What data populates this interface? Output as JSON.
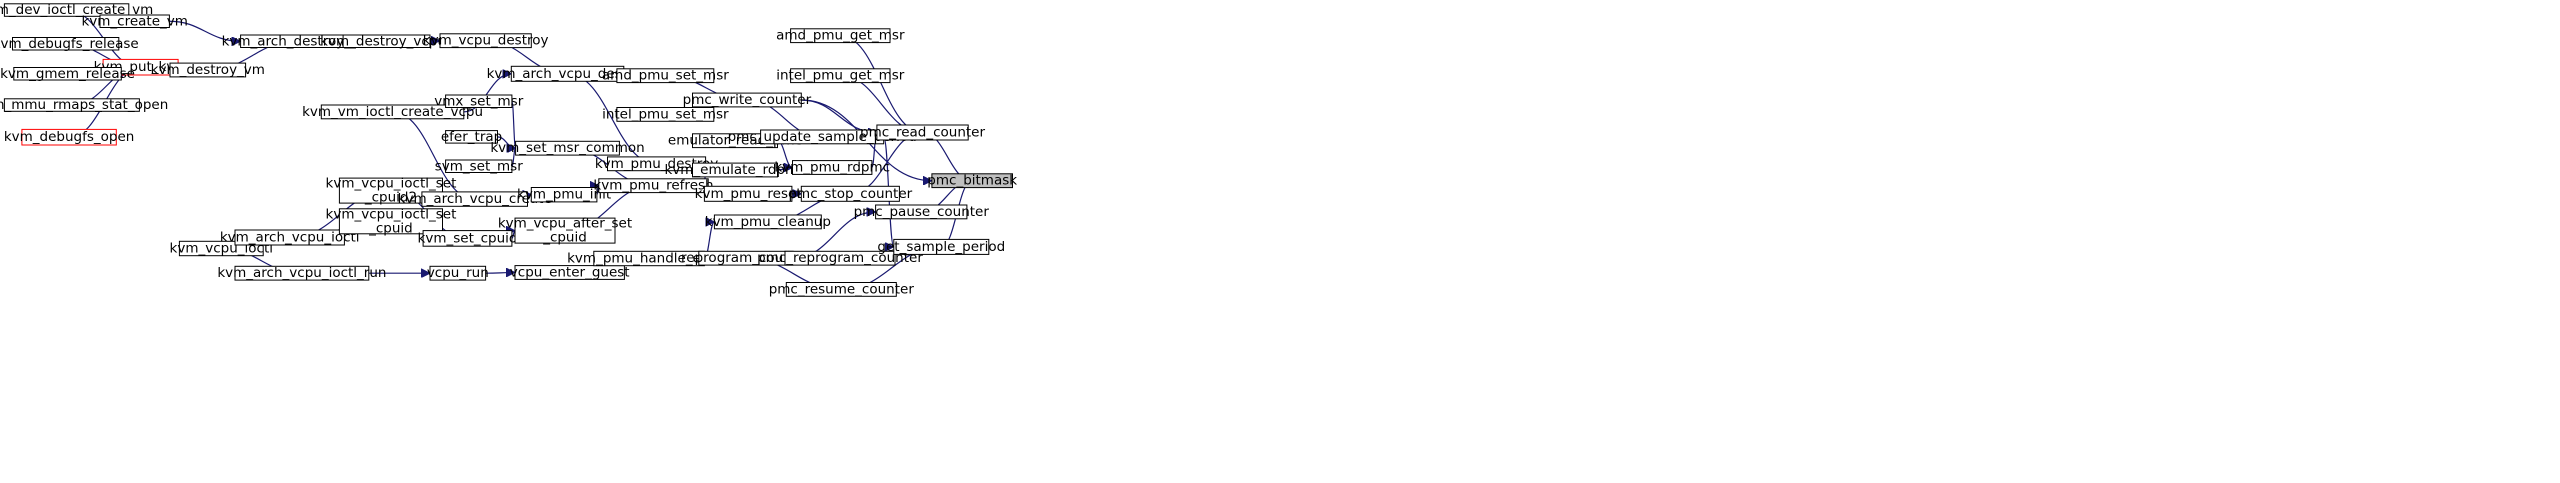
{
  "graph": {
    "colors": {
      "edge": "#191970",
      "node_border": "#000000",
      "highlight_border": "#ff0000",
      "focus_fill": "#bfbfbf"
    },
    "nodes": [
      {
        "id": "n1",
        "label": "kvm_dev_ioctl_create_vm"
      },
      {
        "id": "n2",
        "label": "kvm_create_vm"
      },
      {
        "id": "n3",
        "label": "kvm_debugfs_release"
      },
      {
        "id": "n4",
        "label": "kvm_put_kvm",
        "style": "red"
      },
      {
        "id": "n5",
        "label": "kvm_gmem_release"
      },
      {
        "id": "n6",
        "label": "kvm_mmu_rmaps_stat_open"
      },
      {
        "id": "n7",
        "label": "kvm_debugfs_open",
        "style": "red"
      },
      {
        "id": "n8",
        "label": "kvm_destroy_vm"
      },
      {
        "id": "n9",
        "label": "kvm_arch_destroy_vm"
      },
      {
        "id": "n10",
        "label": "kvm_destroy_vcpus"
      },
      {
        "id": "n11",
        "label": "kvm_vcpu_destroy"
      },
      {
        "id": "n12",
        "label": "kvm_arch_vcpu_destroy"
      },
      {
        "id": "n13",
        "label": "kvm_vm_ioctl_create_vcpu"
      },
      {
        "id": "n14",
        "label": "vmx_set_msr"
      },
      {
        "id": "n15",
        "label": "efer_trap"
      },
      {
        "id": "n16",
        "label": "svm_set_msr"
      },
      {
        "id": "n17",
        "label": "kvm_set_msr_common"
      },
      {
        "id": "n18",
        "label": "kvm_vcpu_ioctl_set\n_cpuid2"
      },
      {
        "id": "n19",
        "label": "kvm_arch_vcpu_create"
      },
      {
        "id": "n20",
        "label": "kvm_pmu_init"
      },
      {
        "id": "n21",
        "label": "kvm_vcpu_ioctl"
      },
      {
        "id": "n22",
        "label": "kvm_arch_vcpu_ioctl"
      },
      {
        "id": "n23",
        "label": "kvm_vcpu_ioctl_set\n_cpuid"
      },
      {
        "id": "n24",
        "label": "kvm_set_cpuid"
      },
      {
        "id": "n25",
        "label": "kvm_vcpu_after_set\n_cpuid"
      },
      {
        "id": "n26",
        "label": "kvm_arch_vcpu_ioctl_run"
      },
      {
        "id": "n27",
        "label": "vcpu_run"
      },
      {
        "id": "n28",
        "label": "vcpu_enter_guest"
      },
      {
        "id": "n29",
        "label": "amd_pmu_set_msr"
      },
      {
        "id": "n30",
        "label": "intel_pmu_set_msr"
      },
      {
        "id": "n31",
        "label": "kvm_pmu_destroy"
      },
      {
        "id": "n32",
        "label": "kvm_pmu_refresh"
      },
      {
        "id": "n33",
        "label": "kvm_pmu_handle_event"
      },
      {
        "id": "n34",
        "label": "pmc_write_counter"
      },
      {
        "id": "n35",
        "label": "emulator_read_pmc"
      },
      {
        "id": "n36",
        "label": "kvm_emulate_rdpmc"
      },
      {
        "id": "n37",
        "label": "kvm_pmu_reset"
      },
      {
        "id": "n38",
        "label": "kvm_pmu_cleanup"
      },
      {
        "id": "n39",
        "label": "reprogram_counter"
      },
      {
        "id": "n40",
        "label": "pmc_update_sample_period"
      },
      {
        "id": "n41",
        "label": "kvm_pmu_rdpmc"
      },
      {
        "id": "n42",
        "label": "pmc_stop_counter"
      },
      {
        "id": "n43",
        "label": "pmc_reprogram_counter"
      },
      {
        "id": "n44",
        "label": "pmc_resume_counter"
      },
      {
        "id": "n45",
        "label": "amd_pmu_get_msr"
      },
      {
        "id": "n46",
        "label": "intel_pmu_get_msr"
      },
      {
        "id": "n47",
        "label": "pmc_read_counter"
      },
      {
        "id": "n48",
        "label": "pmc_pause_counter"
      },
      {
        "id": "n49",
        "label": "get_sample_period"
      },
      {
        "id": "n50",
        "label": "pmc_bitmask",
        "style": "focus"
      }
    ]
  }
}
